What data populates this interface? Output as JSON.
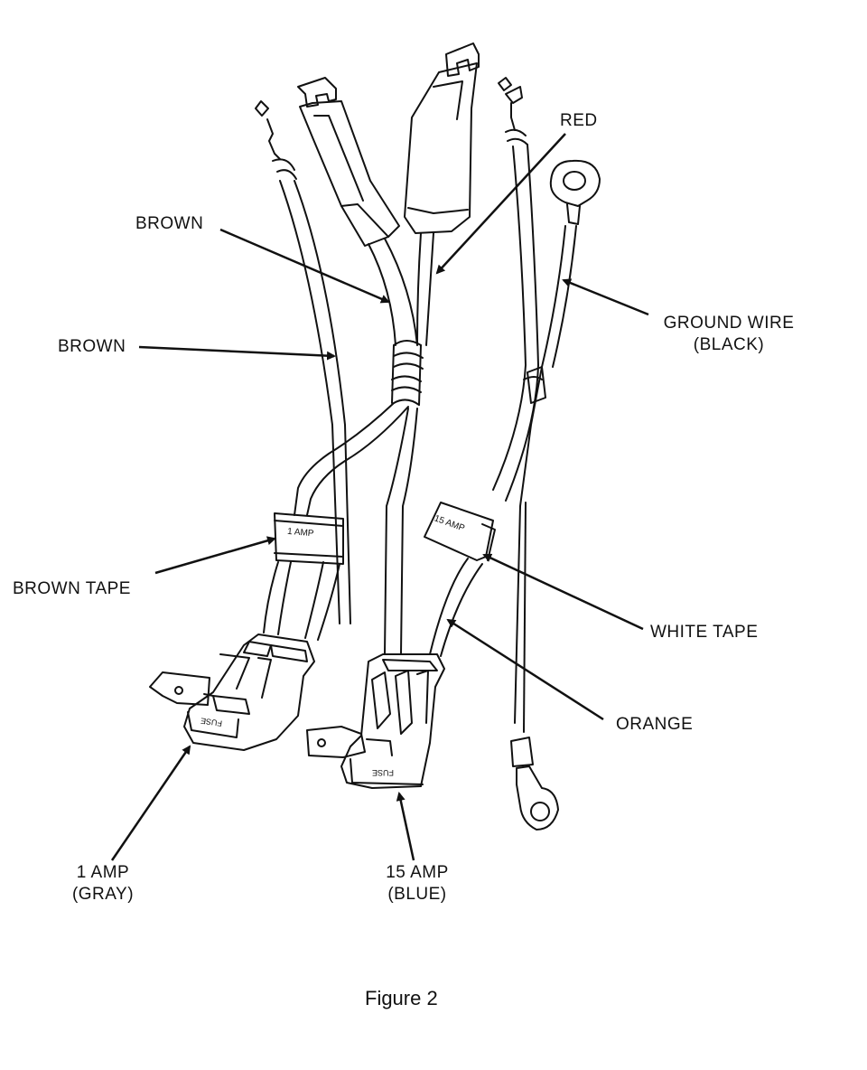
{
  "labels": {
    "red": "RED",
    "brown_top": "BROWN",
    "brown_left": "BROWN",
    "ground_wire_line1": "GROUND WIRE",
    "ground_wire_line2": "(BLACK)",
    "brown_tape": "BROWN TAPE",
    "white_tape": "WHITE TAPE",
    "orange": "ORANGE",
    "one_amp_line1": "1 AMP",
    "one_amp_line2": "(GRAY)",
    "fifteen_amp_line1": "15 AMP",
    "fifteen_amp_line2": "(BLUE)"
  },
  "tape_labels": {
    "one_amp": "1 AMP",
    "fifteen_amp": "15 AMP"
  },
  "fuse_marks": {
    "left": "FUSE",
    "right": "FUSE"
  },
  "caption": "Figure 2"
}
